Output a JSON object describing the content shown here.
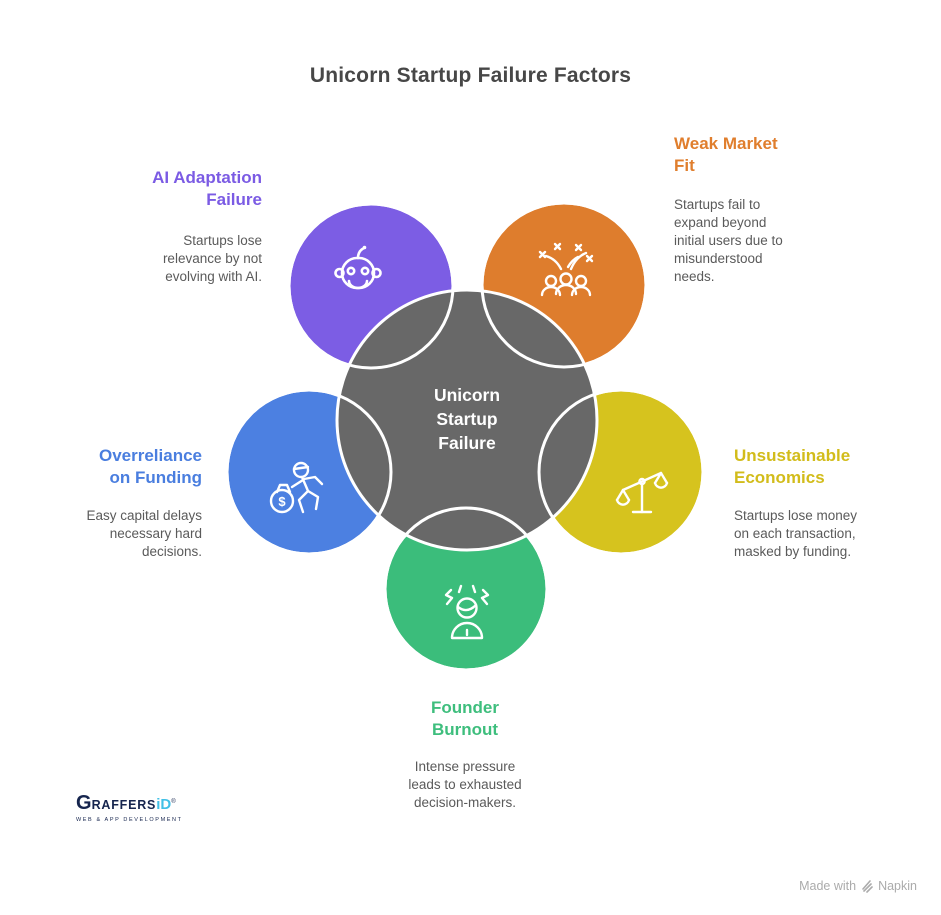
{
  "title": "Unicorn Startup Failure Factors",
  "center": {
    "label": "Unicorn Startup Failure",
    "color": "#686868"
  },
  "factors": [
    {
      "name": "AI Adaptation Failure",
      "description": "Startups lose relevance by not evolving with AI.",
      "color": "#7C5DE4",
      "icon": "robot-icon",
      "position": "top-left"
    },
    {
      "name": "Weak Market Fit",
      "description": "Startups fail to expand beyond initial users due to misunderstood needs.",
      "color": "#DE7D2D",
      "icon": "scattering-crowd-icon",
      "position": "top-right"
    },
    {
      "name": "Overreliance on Funding",
      "description": "Easy capital delays necessary hard decisions.",
      "color": "#4C80E1",
      "icon": "money-bag-runner-icon",
      "position": "left"
    },
    {
      "name": "Unsustainable Economics",
      "description": "Startups lose money on each transaction, masked by funding.",
      "color": "#D6C31E",
      "icon": "unbalanced-scales-icon",
      "position": "right"
    },
    {
      "name": "Founder Burnout",
      "description": "Intense pressure leads to exhausted decision-makers.",
      "color": "#3BBD7B",
      "icon": "stressed-person-icon",
      "position": "bottom"
    }
  ],
  "footer": {
    "logo": {
      "g": "G",
      "raffers": "RAFFERS",
      "id": "iD",
      "reg": "®",
      "tagline": "WEB & APP DEVELOPMENT"
    },
    "credit": {
      "prefix": "Made with",
      "brand": "Napkin"
    }
  }
}
